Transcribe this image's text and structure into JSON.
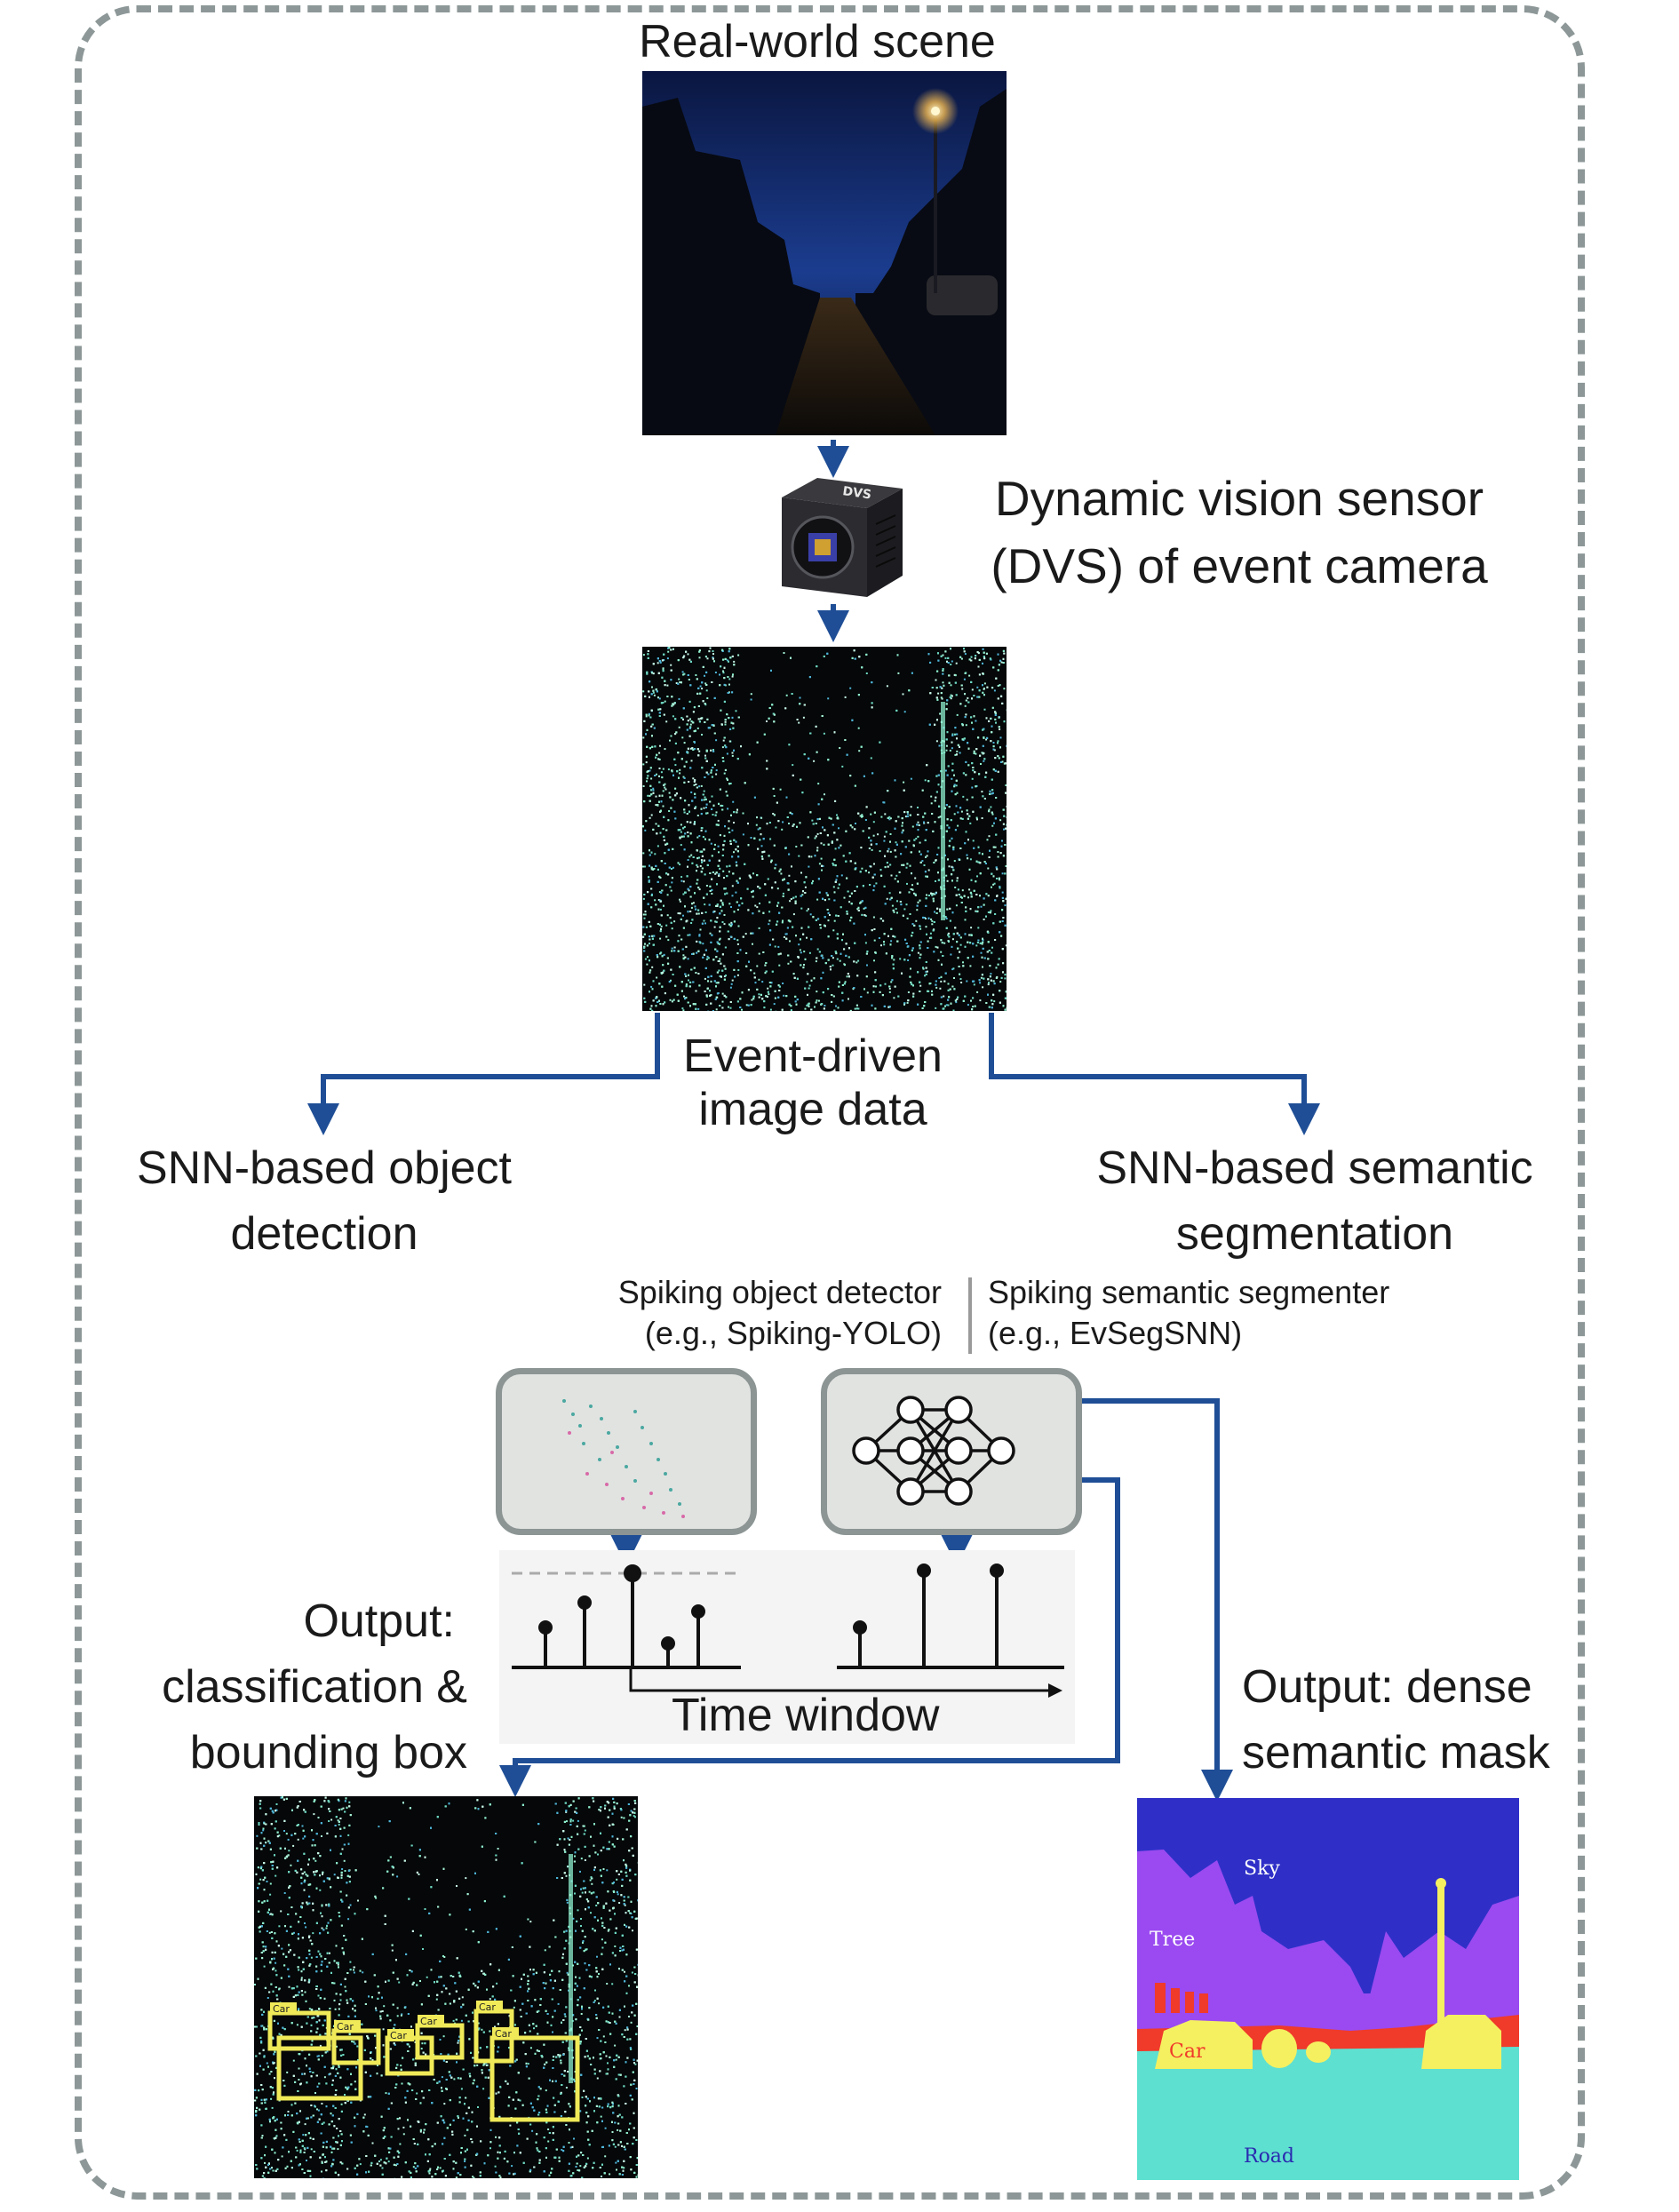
{
  "labels": {
    "real_world_scene": "Real-world scene",
    "dvs_line1": "Dynamic vision sensor",
    "dvs_line2": "(DVS) of event  camera",
    "dvs_chip_text": "DVS",
    "event_data_line1": "Event-driven",
    "event_data_line2": "image data",
    "snn_detection_line1": "SNN-based object",
    "snn_detection_line2": "detection",
    "snn_segmentation_line1": "SNN-based semantic",
    "snn_segmentation_line2": "segmentation",
    "detector_line1": "Spiking object detector",
    "detector_line2": "(e.g., Spiking-YOLO)",
    "segmenter_line1": "Spiking semantic segmenter",
    "segmenter_line2": "(e.g., EvSegSNN)",
    "time_window": "Time window",
    "output_det_line1": "Output:",
    "output_det_line2": "classification &",
    "output_det_line3": "bounding box",
    "output_seg_line1": "Output: dense",
    "output_seg_line2": "semantic mask"
  },
  "detection_boxes": [
    "Car",
    "Car",
    "Car",
    "Car",
    "Car",
    "Car"
  ],
  "mask_labels": {
    "sky": "Sky",
    "tree": "Tree",
    "car": "Car",
    "road": "Road"
  },
  "colors": {
    "arrow": "#1f4e96",
    "frame": "#8d9797",
    "box_border": "#8c9594",
    "box_fill": "#e1e3e1",
    "event_points": "#8ff0cf",
    "night_sky": "#0d1d52",
    "mask_sky": "#2f2fc8",
    "mask_tree": "#9a4af0",
    "mask_car": "#f5f060",
    "mask_road": "#5ee0d0",
    "mask_building": "#f03a2a"
  }
}
